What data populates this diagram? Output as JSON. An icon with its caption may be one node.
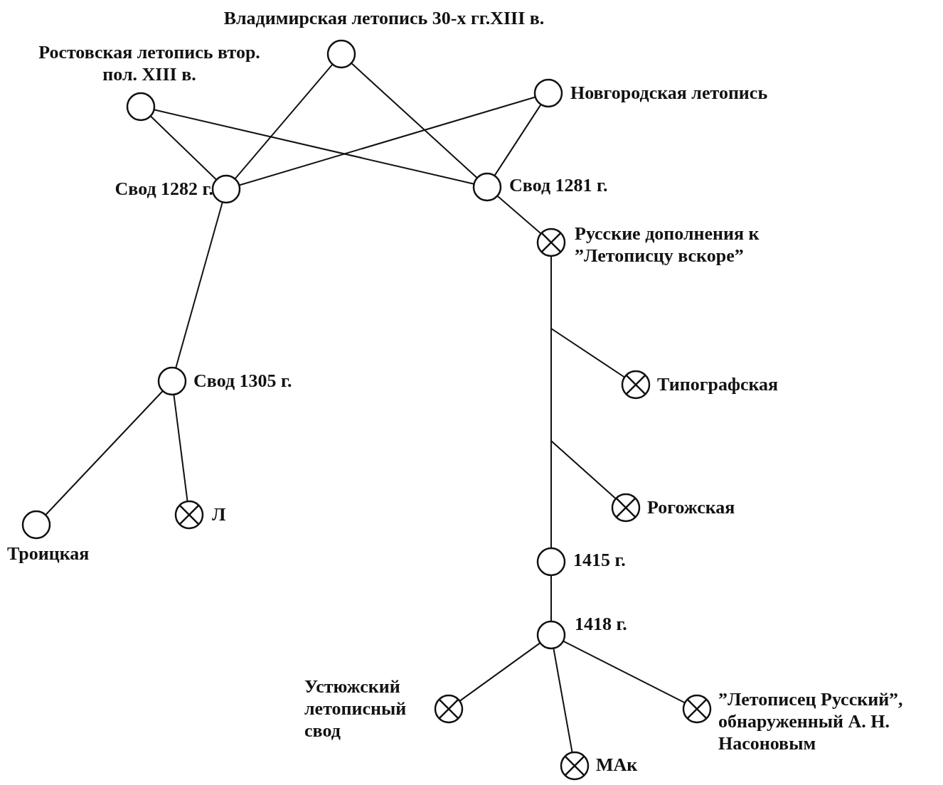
{
  "diagram": {
    "nodes": [
      {
        "text": [],
        "shape": "circle",
        "beside": [
          "Владимирская летопись 30-х гг.XIII в."
        ]
      },
      {
        "text": [],
        "shape": "circle",
        "beside": [
          "Ростовская летопись втор. пол. XIII в."
        ]
      },
      {
        "text": [],
        "shape": "circle",
        "beside": [
          "Новгородская летопись"
        ]
      },
      {
        "text": [],
        "shape": "circle",
        "beside": [
          "Свод 1282 г."
        ]
      },
      {
        "text": [],
        "shape": "circle",
        "beside": [
          "Свод 1281 г."
        ]
      },
      {
        "text": [],
        "shape": "x-circle",
        "beside": [
          "Русские дополнения к ”Летописцу вскоре”"
        ]
      },
      {
        "text": [],
        "shape": "circle",
        "beside": [
          "Свод 1305 г."
        ]
      },
      {
        "text": [],
        "shape": "x-circle",
        "beside": [
          "Типографская"
        ]
      },
      {
        "text": [],
        "shape": "x-circle",
        "beside": [
          "Рогожская"
        ]
      },
      {
        "text": [],
        "shape": "circle",
        "beside": [
          "Троицкая"
        ]
      },
      {
        "text": [],
        "shape": "x-circle",
        "beside": [
          "Л"
        ]
      },
      {
        "text": [],
        "shape": "circle",
        "beside": [
          "1415 г."
        ]
      },
      {
        "text": [],
        "shape": "circle",
        "beside": [
          "1418 г."
        ]
      },
      {
        "text": [],
        "shape": "x-circle",
        "beside": [
          "Устюжский летописный свод"
        ]
      },
      {
        "text": [],
        "shape": "x-circle",
        "beside": [
          "МАк"
        ]
      },
      {
        "text": [],
        "shape": "x-circle",
        "beside": [
          "”Летописец Русский”, обнаруженный А. Н. Насоновым"
        ]
      }
    ],
    "edges": [
      {
        "from": 0,
        "to": 3,
        "arrow": "none"
      },
      {
        "from": 0,
        "to": 4,
        "arrow": "none"
      },
      {
        "from": 1,
        "to": 3,
        "arrow": "none"
      },
      {
        "from": 1,
        "to": 4,
        "arrow": "none"
      },
      {
        "from": 2,
        "to": 3,
        "arrow": "none"
      },
      {
        "from": 2,
        "to": 4,
        "arrow": "none"
      },
      {
        "from": 3,
        "to": 6,
        "arrow": "none"
      },
      {
        "from": 4,
        "to": 5,
        "arrow": "none"
      },
      {
        "from": 5,
        "to": 7,
        "arrow": "none"
      },
      {
        "from": 5,
        "to": 8,
        "arrow": "none"
      },
      {
        "from": 5,
        "to": 11,
        "arrow": "none"
      },
      {
        "from": 6,
        "to": 9,
        "arrow": "none"
      },
      {
        "from": 6,
        "to": 10,
        "arrow": "none"
      },
      {
        "from": 11,
        "to": 12,
        "arrow": "none"
      },
      {
        "from": 12,
        "to": 13,
        "arrow": "none"
      },
      {
        "from": 12,
        "to": 14,
        "arrow": "none"
      },
      {
        "from": 12,
        "to": 15,
        "arrow": "none"
      }
    ]
  }
}
